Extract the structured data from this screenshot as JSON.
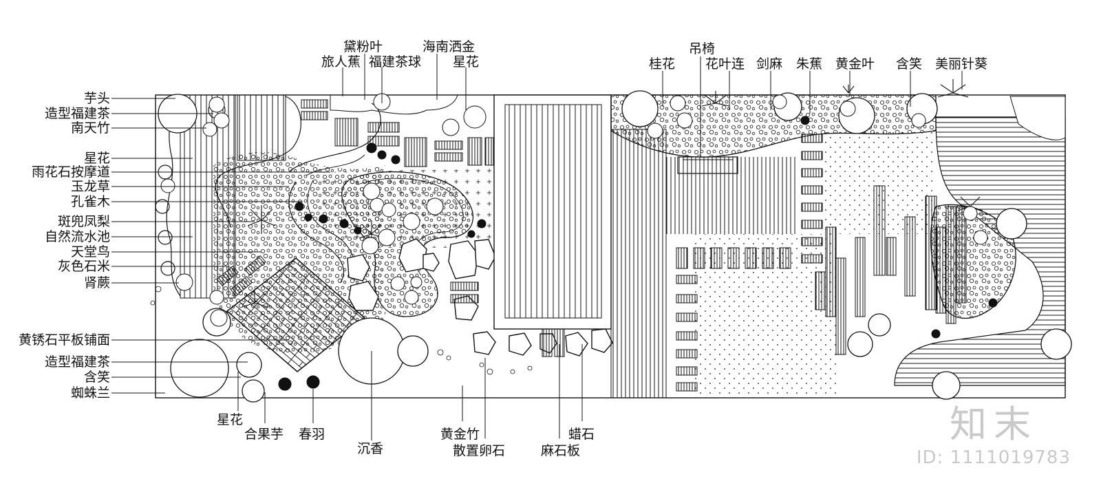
{
  "plan_labels": {
    "left": [
      "芋头",
      "造型福建茶",
      "南天竹",
      "星花",
      "雨花石按摩道",
      "玉龙草",
      "孔雀木",
      "斑兜凤梨",
      "自然流水池",
      "天堂鸟",
      "灰色石米",
      "肾蕨",
      "黄锈石平板铺面",
      "造型福建茶",
      "含笑",
      "蜘蛛兰"
    ],
    "top": [
      "黛粉叶",
      "旅人蕉",
      "福建茶球",
      "海南洒金",
      "星花",
      "吊椅",
      "桂花",
      "花叶连",
      "剑麻",
      "朱蕉",
      "黄金叶",
      "含笑",
      "美丽针葵"
    ],
    "bottom": [
      "星花",
      "合果芋",
      "春羽",
      "沉香",
      "黄金竹",
      "散置卵石",
      "麻石板",
      "蜡石"
    ]
  },
  "watermark": {
    "brand": "知末",
    "id_text": "ID: 1111019783"
  }
}
